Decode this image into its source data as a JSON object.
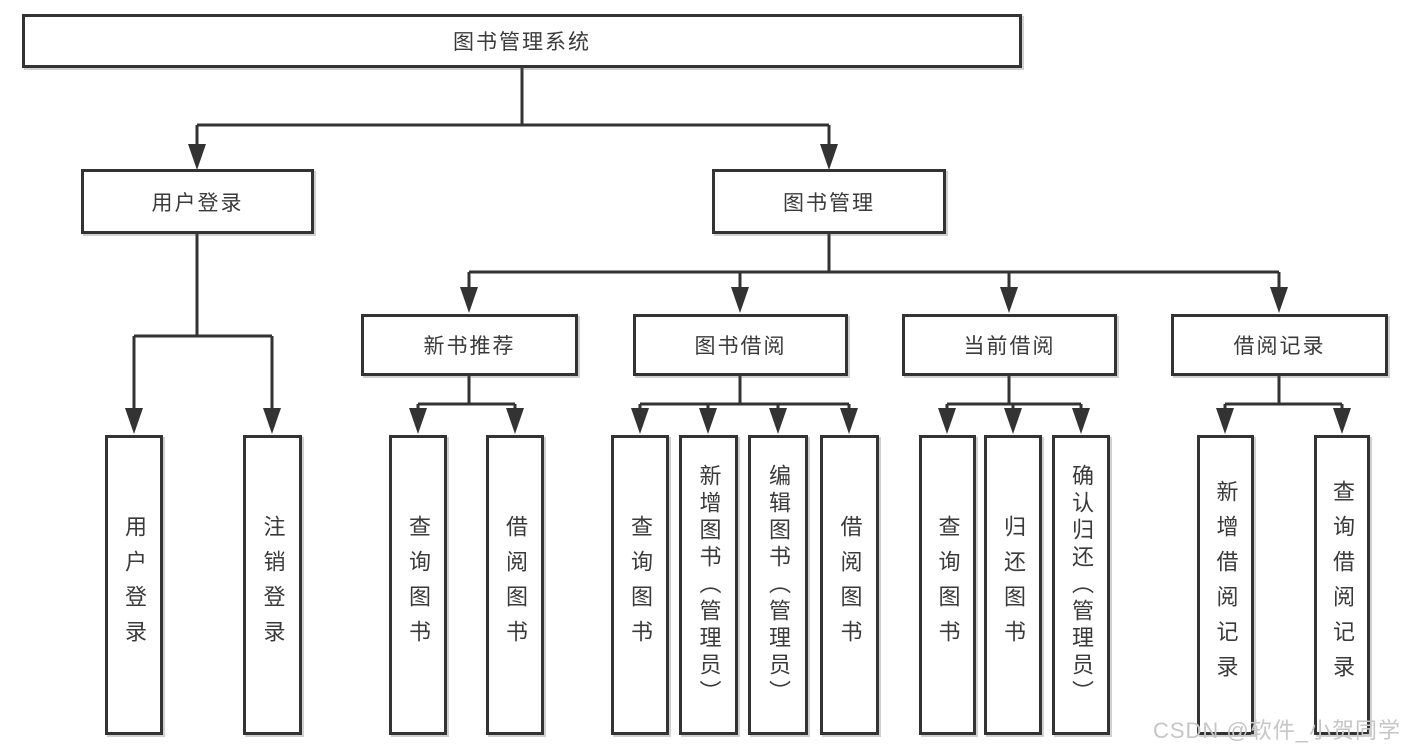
{
  "tree": {
    "root": "图书管理系统",
    "user_login": {
      "label": "用户登录",
      "leaves": [
        "用户登录",
        "注销登录"
      ]
    },
    "book_mgmt": {
      "label": "图书管理",
      "new_book": {
        "label": "新书推荐",
        "leaves": [
          "查询图书",
          "借阅图书"
        ]
      },
      "borrow": {
        "label": "图书借阅",
        "leaves": [
          "查询图书",
          "新增图书（管理员）",
          "编辑图书（管理员）",
          "借阅图书"
        ]
      },
      "current": {
        "label": "当前借阅",
        "leaves": [
          "查询图书",
          "归还图书",
          "确认归还（管理员）"
        ]
      },
      "records": {
        "label": "借阅记录",
        "leaves": [
          "新增借阅记录",
          "查询借阅记录"
        ]
      }
    }
  },
  "watermark": "CSDN @软件_小贺同学",
  "colors": {
    "line": "#333333",
    "border": "#333333",
    "text": "#3a3a3a",
    "watermark": "#c6c6c6",
    "background": "#ffffff"
  }
}
